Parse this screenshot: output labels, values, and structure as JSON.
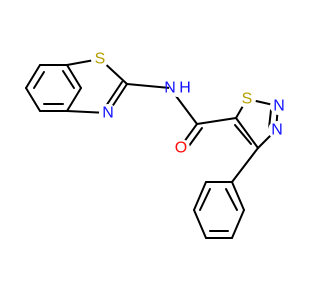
{
  "molecule": {
    "atoms": {
      "s_benzothiazole": {
        "symbol": "S",
        "color": "#b5a000"
      },
      "n_benzothiazole": {
        "symbol": "N",
        "color": "#1010ff"
      },
      "n_amide": {
        "symbol": "N",
        "color": "#1010ff"
      },
      "h_amide": {
        "symbol": "H",
        "color": "#1010ff"
      },
      "o_carbonyl": {
        "symbol": "O",
        "color": "#ff0d0d"
      },
      "s_thiadiazole": {
        "symbol": "S",
        "color": "#b5a000"
      },
      "n_thiadiazole_2": {
        "symbol": "N",
        "color": "#1010ff"
      },
      "n_thiadiazole_3": {
        "symbol": "N",
        "color": "#1010ff"
      }
    }
  }
}
